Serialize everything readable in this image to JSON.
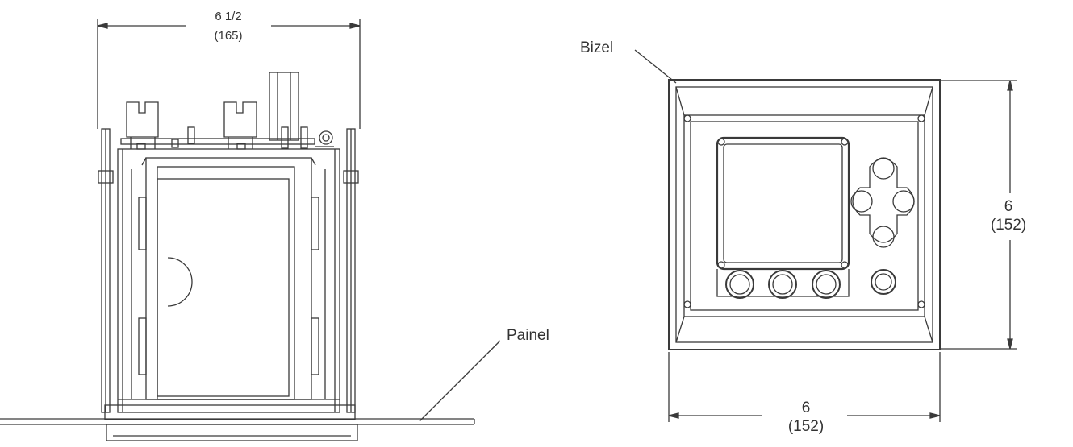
{
  "side_view": {
    "width_label": "6 1/2",
    "width_label_mm": "(165)",
    "panel_label": "Painel"
  },
  "front_view": {
    "bezel_label": "Bizel",
    "height_label": "6",
    "height_label_mm": "(152)",
    "width_label": "6",
    "width_label_mm": "(152)"
  }
}
